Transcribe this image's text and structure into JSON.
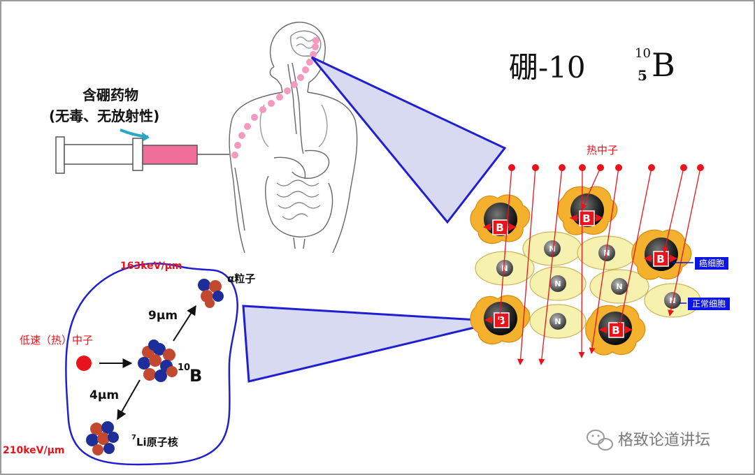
{
  "colors": {
    "beam_fill": "#d8daf2",
    "beam_stroke": "#1f1fd1",
    "track": "#1f1fd1",
    "neutron_red": "#e8141c",
    "syringe_pink": "#ef6f9a",
    "cancer_cell": "#f3b12e",
    "normal_cell": "#f7f1b0",
    "label_blue": "#0b16e6",
    "arrow_teal": "#26a7c3"
  },
  "labels": {
    "drug_line1": "含硼药物",
    "drug_line2": "(无毒、无放射性)",
    "thermal_neutron": "热中子",
    "cancer_cell": "癌细胞",
    "normal_cell": "正常细胞",
    "title_boron": "硼-10",
    "isotope_mass": "10",
    "isotope_atomic": "5",
    "isotope_symbol": "B",
    "let_alpha": "163keV/μm",
    "let_li": "210keV/μm",
    "alpha_particle": "α粒子",
    "range_alpha": "9μm",
    "range_li": "4μm",
    "slow_neutron": "低速（热）中子",
    "b10_sup": "10",
    "b10_sym": "B",
    "li_sup": "7",
    "li_label": "Li原子核",
    "watermark": "格致论道讲坛"
  },
  "cells": {
    "cancer_marker": "B",
    "normal_marker": "N"
  },
  "icons": [
    "syringe-icon",
    "human-body-icon",
    "nucleus-icon",
    "wechat-icon"
  ]
}
